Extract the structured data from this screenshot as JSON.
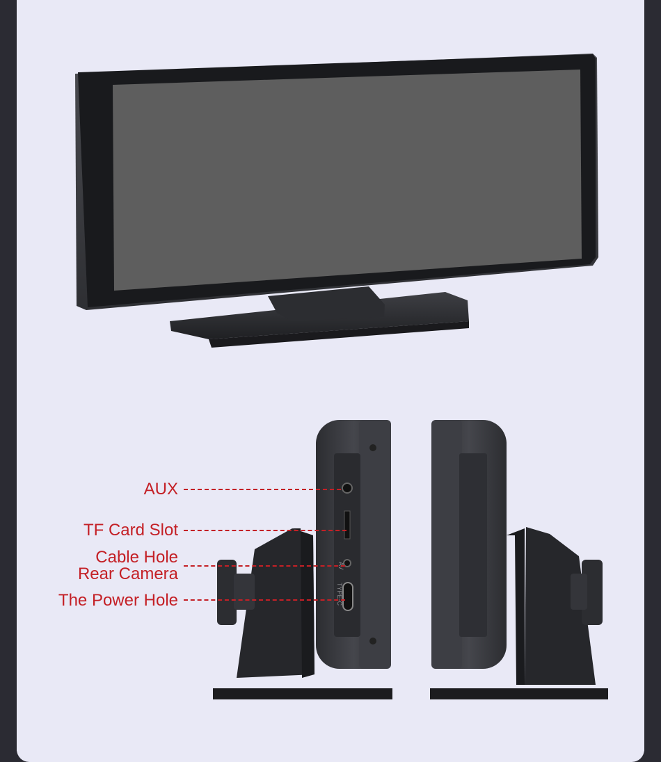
{
  "callouts": {
    "aux": "AUX",
    "tf_card_slot": "TF Card Slot",
    "cable_hole_line1": "Cable Hole",
    "cable_hole_line2": "Rear Camera",
    "power_hole": "The Power Hole"
  },
  "port_marks": {
    "av": "AV",
    "type_c": "TYPE-C"
  },
  "colors": {
    "background": "#e9e9f6",
    "frame": "#2b2b33",
    "callout": "#c42026",
    "screen": "#5e5e5e",
    "device_body": "#3a3b40"
  }
}
